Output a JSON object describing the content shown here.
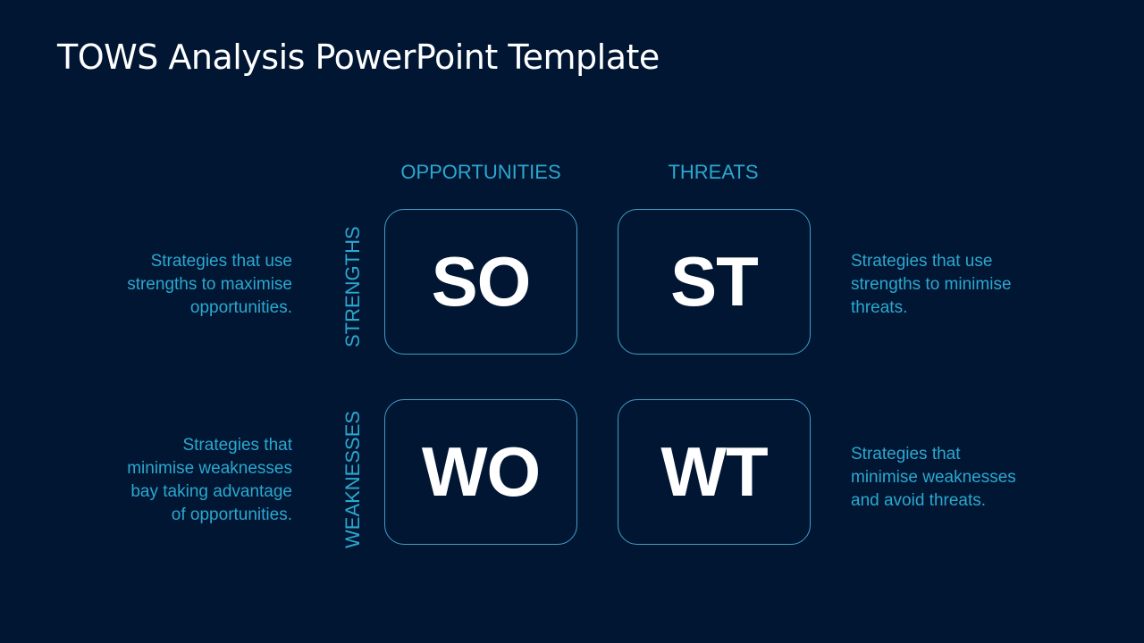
{
  "title": "TOWS Analysis PowerPoint Template",
  "colors": {
    "background": "#011633",
    "accent": "#2ba8cf",
    "box_border": "#3e9fc6",
    "box_text": "#ffffff"
  },
  "columns": [
    {
      "label": "OPPORTUNITIES"
    },
    {
      "label": "THREATS"
    }
  ],
  "rows": [
    {
      "label": "STRENGTHS"
    },
    {
      "label": "WEAKNESSES"
    }
  ],
  "quadrants": {
    "so": {
      "label": "SO"
    },
    "st": {
      "label": "ST"
    },
    "wo": {
      "label": "WO"
    },
    "wt": {
      "label": "WT"
    }
  },
  "descriptions": {
    "so": [
      "Strategies that use",
      "strengths to maximise",
      "opportunities."
    ],
    "st": [
      "Strategies that use",
      "strengths to minimise",
      "threats."
    ],
    "wo": [
      "Strategies that",
      "minimise weaknesses",
      "bay taking advantage",
      "of opportunities."
    ],
    "wt": [
      "Strategies that",
      "minimise weaknesses",
      "and avoid threats."
    ]
  }
}
